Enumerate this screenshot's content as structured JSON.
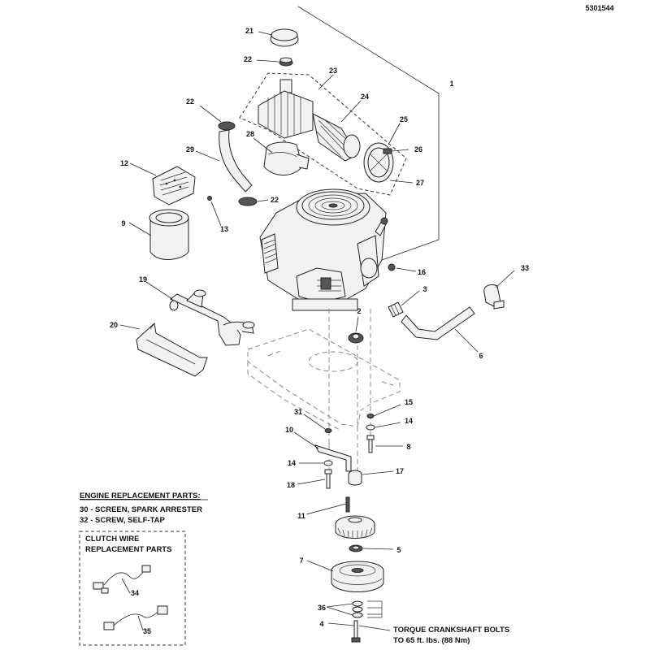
{
  "doc_number": "5301544",
  "callouts": [
    {
      "id": "1",
      "text": "1"
    },
    {
      "id": "2",
      "text": "2"
    },
    {
      "id": "3",
      "text": "3"
    },
    {
      "id": "4",
      "text": "4"
    },
    {
      "id": "5",
      "text": "5"
    },
    {
      "id": "6",
      "text": "6"
    },
    {
      "id": "7",
      "text": "7"
    },
    {
      "id": "8",
      "text": "8"
    },
    {
      "id": "9",
      "text": "9"
    },
    {
      "id": "10",
      "text": "10"
    },
    {
      "id": "11",
      "text": "11"
    },
    {
      "id": "12",
      "text": "12"
    },
    {
      "id": "13",
      "text": "13"
    },
    {
      "id": "14a",
      "text": "14"
    },
    {
      "id": "14b",
      "text": "14"
    },
    {
      "id": "15",
      "text": "15"
    },
    {
      "id": "16",
      "text": "16"
    },
    {
      "id": "17",
      "text": "17"
    },
    {
      "id": "18",
      "text": "18"
    },
    {
      "id": "19",
      "text": "19"
    },
    {
      "id": "20",
      "text": "20"
    },
    {
      "id": "21",
      "text": "21"
    },
    {
      "id": "22a",
      "text": "22"
    },
    {
      "id": "22b",
      "text": "22"
    },
    {
      "id": "22c",
      "text": "22"
    },
    {
      "id": "23",
      "text": "23"
    },
    {
      "id": "24",
      "text": "24"
    },
    {
      "id": "25",
      "text": "25"
    },
    {
      "id": "26",
      "text": "26"
    },
    {
      "id": "27",
      "text": "27"
    },
    {
      "id": "28",
      "text": "28"
    },
    {
      "id": "29",
      "text": "29"
    },
    {
      "id": "31",
      "text": "31"
    },
    {
      "id": "33",
      "text": "33"
    },
    {
      "id": "34",
      "text": "34"
    },
    {
      "id": "35",
      "text": "35"
    },
    {
      "id": "36",
      "text": "36"
    }
  ],
  "engine_parts": {
    "heading": "ENGINE REPLACEMENT PARTS:",
    "items": [
      "30 - SCREEN, SPARK ARRESTER",
      "32 - SCREW, SELF-TAP"
    ]
  },
  "clutch_box": {
    "line1": "CLUTCH WIRE",
    "line2": "REPLACEMENT PARTS"
  },
  "torque_note": {
    "line1": "TORQUE CRANKSHAFT BOLTS",
    "line2": "TO 65 ft. lbs. (88 Nm)"
  }
}
